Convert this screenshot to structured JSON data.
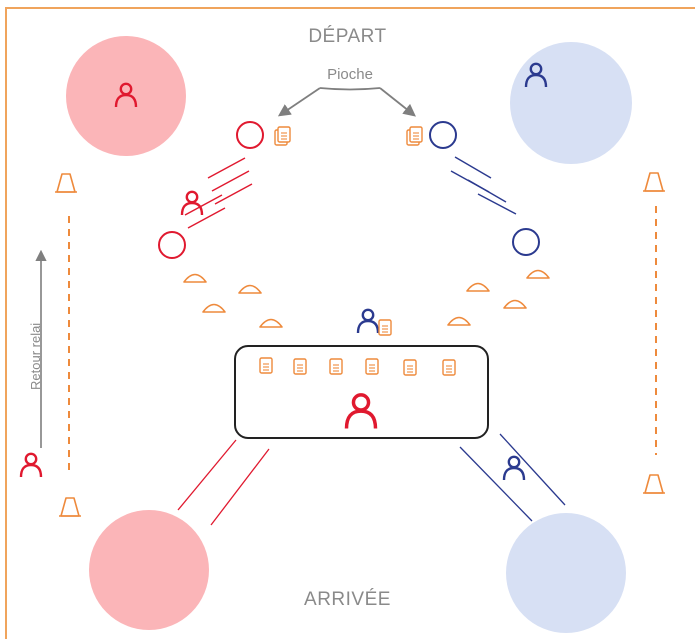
{
  "labels": {
    "depart": "DÉPART",
    "arrivee": "ARRIVÉE",
    "pioche": "Pioche",
    "retour_relai": "Retour relai"
  },
  "colors": {
    "border": "#f0a45c",
    "red": "#e0192f",
    "red_zone": "#fbb5b8",
    "blue": "#2b3a8f",
    "blue_zone": "#d7e0f4",
    "orange": "#ee8a3c",
    "gray": "#7f7f7f",
    "text": "#8a8a8a"
  },
  "icons": {
    "player": "person-icon",
    "card": "card-icon",
    "cone": "cone-icon"
  }
}
